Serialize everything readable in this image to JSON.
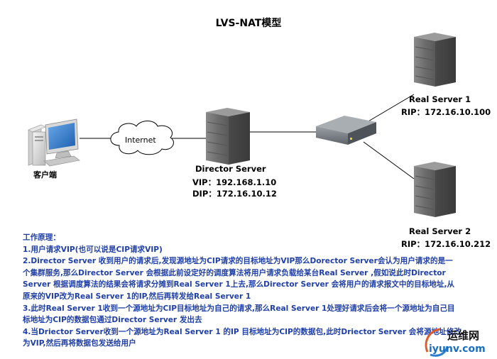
{
  "title": "LVS-NAT模型",
  "client": {
    "label": "客户端"
  },
  "internet": {
    "label": "Internet"
  },
  "director": {
    "name": "Director Server",
    "vip": "VIP：192.168.1.10",
    "dip": "DIP：172.16.10.12"
  },
  "real_servers": [
    {
      "name": "Real Server 1",
      "rip": "RIP：172.16.10.100"
    },
    {
      "name": "Real Server 2",
      "rip": "RIP：172.16.10.212"
    }
  ],
  "notes": {
    "heading": "工作原理：",
    "lines": [
      "1.用户请求VIP(也可以说是CIP请求VIP)",
      "2.Director Server 收到用户的请求后,发现源地址为CIP请求的目标地址为VIP那么Dorector Server会认为用户请求的是一",
      "个集群服务,那么Director Server 会根据此前设定好的调度算法将用户请求负载给某台Real Server ,假如说此时Director",
      "Server 根据调度算法的结果会将请求分摊到Real Server 1上去,那么Director Server 会将用户的请求报文中的目标地址,从",
      "原来的VIP改为Real Server 1的IP,然后再转发给Real Server 1",
      "3.此时Real Server 1收到一个源地址为CIP目标地址为自己的请求,那么Real Server 1处理好请求后会将一个源地址为自己目",
      "标地址为CIP的数据包通过Director Server 发出去",
      "4.当Driector Server收到一个源地址为Real Server 1 的IP 目标地址为CIP的数据包,此时Driector Server 会将源地址修改",
      "为VIP,然后再将数据包发送给用户"
    ]
  },
  "watermark": {
    "brand": "运维网",
    "domain": "iyunv.com"
  }
}
